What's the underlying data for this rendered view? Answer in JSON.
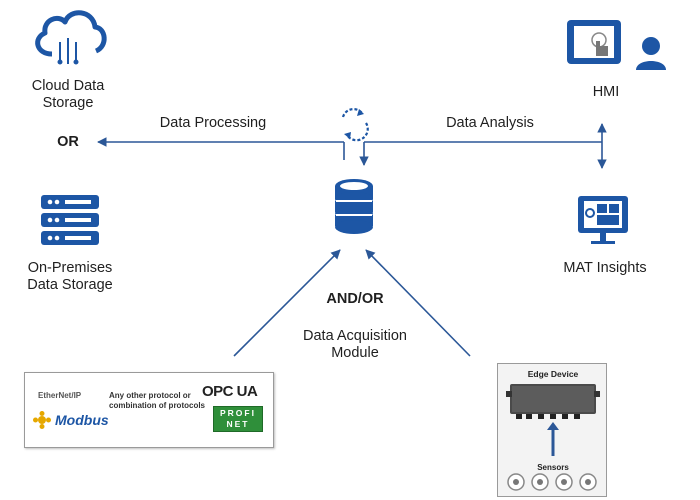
{
  "cloud": {
    "label": [
      "Cloud Data",
      "Storage"
    ]
  },
  "or_label": "OR",
  "on_prem": {
    "label": [
      "On-Premises",
      "Data Storage"
    ]
  },
  "processing_label": "Data Processing",
  "analysis_label": "Data Analysis",
  "hmi_label": "HMI",
  "mat_label": "MAT Insights",
  "andor_label": "AND/OR",
  "acquisition": {
    "label": [
      "Data Acquisition",
      "Module"
    ]
  },
  "protocols": {
    "ethernet_ip": "EtherNet/IP",
    "any_other": "Any other protocol or combination of protocols",
    "opc_ua": "OPC UA",
    "modbus": "Modbus",
    "profinet": "PROFI NET"
  },
  "edge": {
    "title": "Edge Device",
    "sensors": "Sensors"
  },
  "colors": {
    "accent": "#1d56a5",
    "line": "#2b5797"
  }
}
